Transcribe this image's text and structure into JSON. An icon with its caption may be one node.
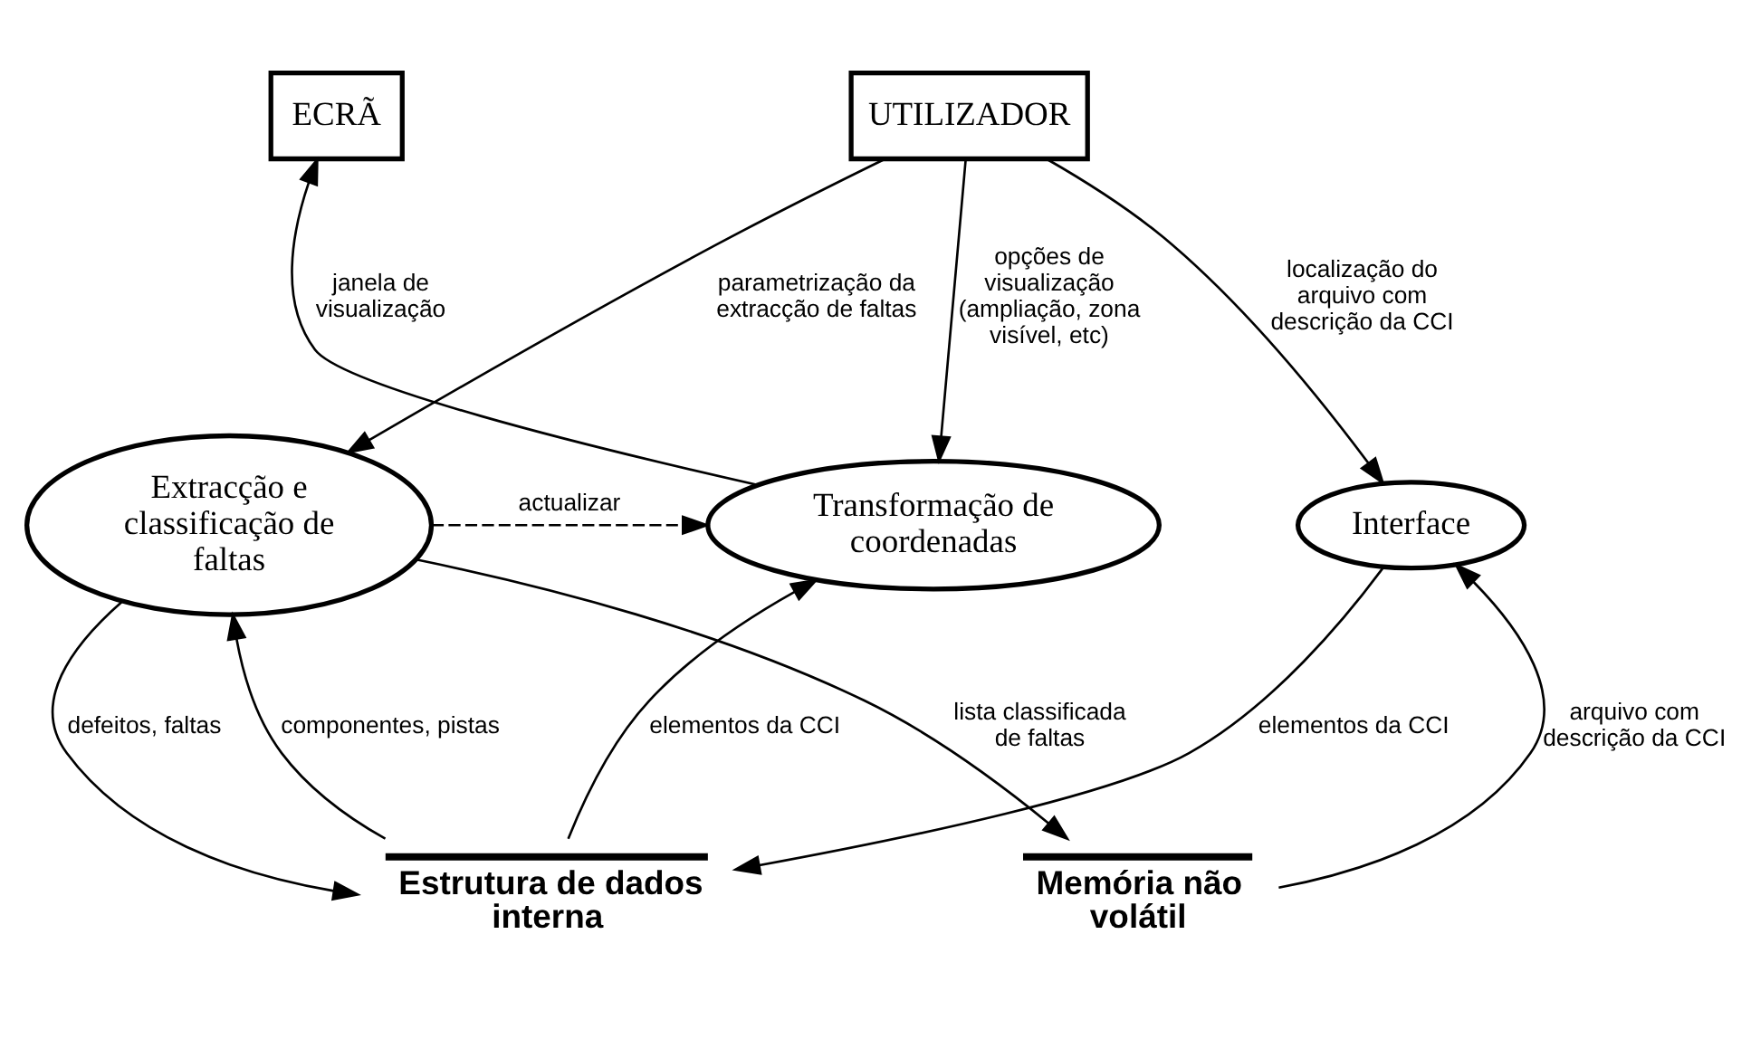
{
  "diagram": {
    "nodes": [
      {
        "text": [
          "UTILIZADOR"
        ]
      },
      {
        "text": [
          "ECRÃ"
        ]
      },
      {
        "text": [
          "Interface"
        ]
      },
      {
        "text": [
          "Extracção e classificação de faltas"
        ]
      },
      {
        "text": [
          "Transformação de coordenadas"
        ]
      },
      {
        "text": [
          "Memória não volátil"
        ]
      },
      {
        "text": [
          "Estrutura de dados interna"
        ]
      }
    ],
    "edges": [
      {
        "from": 0,
        "to": 2,
        "arrow": "to",
        "label": "localização do arquivo com descrição da CCI"
      },
      {
        "from": 0,
        "to": 3,
        "arrow": "to",
        "label": "parametrização da extracção de faltas"
      },
      {
        "from": 0,
        "to": 4,
        "arrow": "to",
        "label": "opções de visualização (ampliação, zona visível, etc)"
      },
      {
        "from": 4,
        "to": 1,
        "arrow": "to",
        "label": "janela de visualização"
      },
      {
        "from": 3,
        "to": 4,
        "arrow": "to",
        "label": "actualizar",
        "style": "dashed"
      },
      {
        "from": 5,
        "to": 2,
        "arrow": "to",
        "label": "arquivo com descrição da CCI"
      },
      {
        "from": 2,
        "to": 6,
        "arrow": "to",
        "label": "elementos da CCI"
      },
      {
        "from": 3,
        "to": 5,
        "arrow": "to",
        "label": "lista classificada de faltas"
      },
      {
        "from": 6,
        "to": 3,
        "arrow": "to",
        "label": "componentes, pistas"
      },
      {
        "from": 3,
        "to": 6,
        "arrow": "to",
        "label": "defeitos, faltas"
      },
      {
        "from": 6,
        "to": 4,
        "arrow": "to",
        "label": "elementos da CCI"
      }
    ]
  }
}
